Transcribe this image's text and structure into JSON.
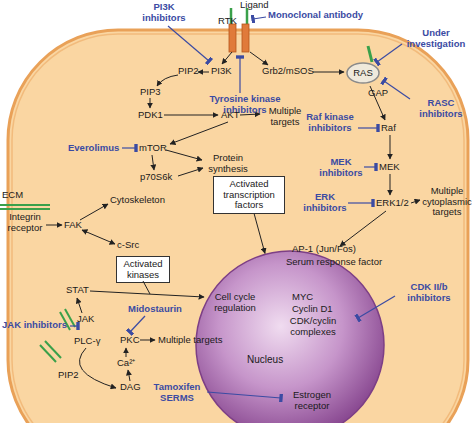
{
  "diagram": {
    "nodes": [
      {
        "text": [
          "RAS"
        ]
      },
      {
        "text": [
          "Activated transcription factors"
        ]
      },
      {
        "text": [
          "Activated kinases"
        ]
      },
      {
        "text": [
          "Nucleus"
        ]
      }
    ],
    "edges": [
      {
        "from": 1,
        "to": 3,
        "arrow": "to"
      }
    ],
    "labels": [
      "Ligand",
      "RTK",
      "Monoclonal antibody",
      "PI3K inhibitors",
      "PIP2",
      "PI3K",
      "Grb2/mSOS",
      "Under investigation",
      "PIP3",
      "Tyrosine kinase inhibitors",
      "GAP",
      "RASC inhibitors",
      "PDK1",
      "AKT",
      "Multiple targets",
      "Raf kinase inhibitors",
      "Raf",
      "Everolimus",
      "mTOR",
      "Protein synthesis",
      "MEK inhibitors",
      "MEK",
      "p70S6k",
      "ECM",
      "Cytoskeleton",
      "ERK inhibitors",
      "ERK1/2",
      "Multiple cytoplasmic targets",
      "Integrin receptor",
      "FAK",
      "c-Src",
      "AP-1 (Jun/Fos)",
      "Serum response factor",
      "STAT",
      "Cell cycle regulation",
      "MYC",
      "Cyclin D1",
      "CDK/cyclin complexes",
      "CDK II/b inhibitors",
      "Midostaurin",
      "JAK inhibitors",
      "JAK",
      "PLC-γ",
      "PKC",
      "Multiple targets",
      "Ca²⁺",
      "PIP2",
      "DAG",
      "Tamoxifen SERMS",
      "Estrogen receptor"
    ]
  }
}
